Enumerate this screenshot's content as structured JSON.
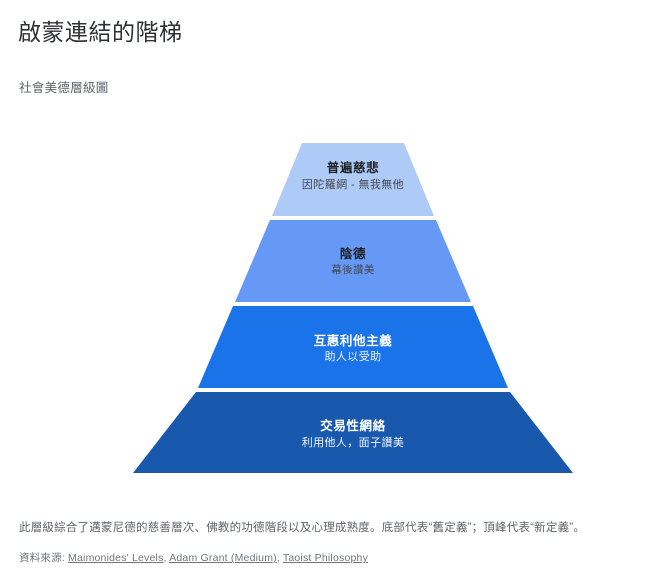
{
  "header": {
    "title": "啟蒙連結的階梯",
    "subtitle": "社會美德層級圖"
  },
  "chart_data": {
    "type": "pyramid",
    "title": "啟蒙連結的階梯",
    "subtitle": "社會美德層級圖",
    "orientation": "apex-up",
    "level_count": 4,
    "levels": [
      {
        "rank": 1,
        "position": "top",
        "label": "普遍慈悲",
        "description": "因陀羅網 - 無我無他",
        "color": "#aecbf8",
        "text_color": "#202124"
      },
      {
        "rank": 2,
        "position": "upper-middle",
        "label": "陰德",
        "description": "幕後讚美",
        "color": "#6699f5",
        "text_color": "#202124"
      },
      {
        "rank": 3,
        "position": "lower-middle",
        "label": "互惠利他主義",
        "description": "助人以受助",
        "color": "#1a73e8",
        "text_color": "#ffffff"
      },
      {
        "rank": 4,
        "position": "base",
        "label": "交易性網絡",
        "description": "利用他人，面子讚美",
        "color": "#1859ae",
        "text_color": "#ffffff"
      }
    ]
  },
  "footer": {
    "note": "此層級綜合了邁蒙尼德的慈善層次、佛教的功德階段以及心理成熟度。底部代表“舊定義”；頂峰代表“新定義”。",
    "sources_label": "資料來源:",
    "sources": [
      {
        "label": "Maimonides' Levels"
      },
      {
        "label": "Adam Grant (Medium)"
      },
      {
        "label": "Taoist Philosophy"
      }
    ],
    "separator": ", "
  }
}
